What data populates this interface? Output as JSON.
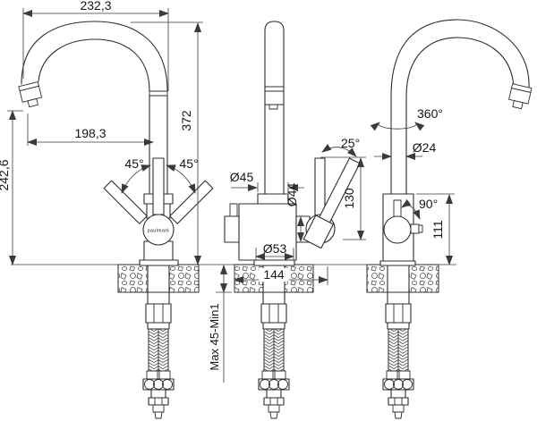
{
  "page": {
    "background": "#ffffff",
    "line_color": "#2d2d2d",
    "text_color": "#161616"
  },
  "brand": {
    "logo_text": "paulmark"
  },
  "front_view": {
    "overall_width": "232,3",
    "spout_reach": "198,3",
    "spout_height": "242,6",
    "total_height": "372",
    "lever_swing_left": "45°",
    "lever_swing_right": "45°"
  },
  "side_view": {
    "lever_tilt": "25°",
    "collar_diameter": "Ø45",
    "cartridge_diameter": "Ø44",
    "lever_length": "130",
    "base_diameter": "Ø53",
    "body_depth": "144",
    "mounting_thickness": "Max 45-Min1"
  },
  "rear_view": {
    "spout_swivel": "360°",
    "spout_tube_diameter": "Ø24",
    "outlet_swing": "90°",
    "body_height": "111"
  }
}
